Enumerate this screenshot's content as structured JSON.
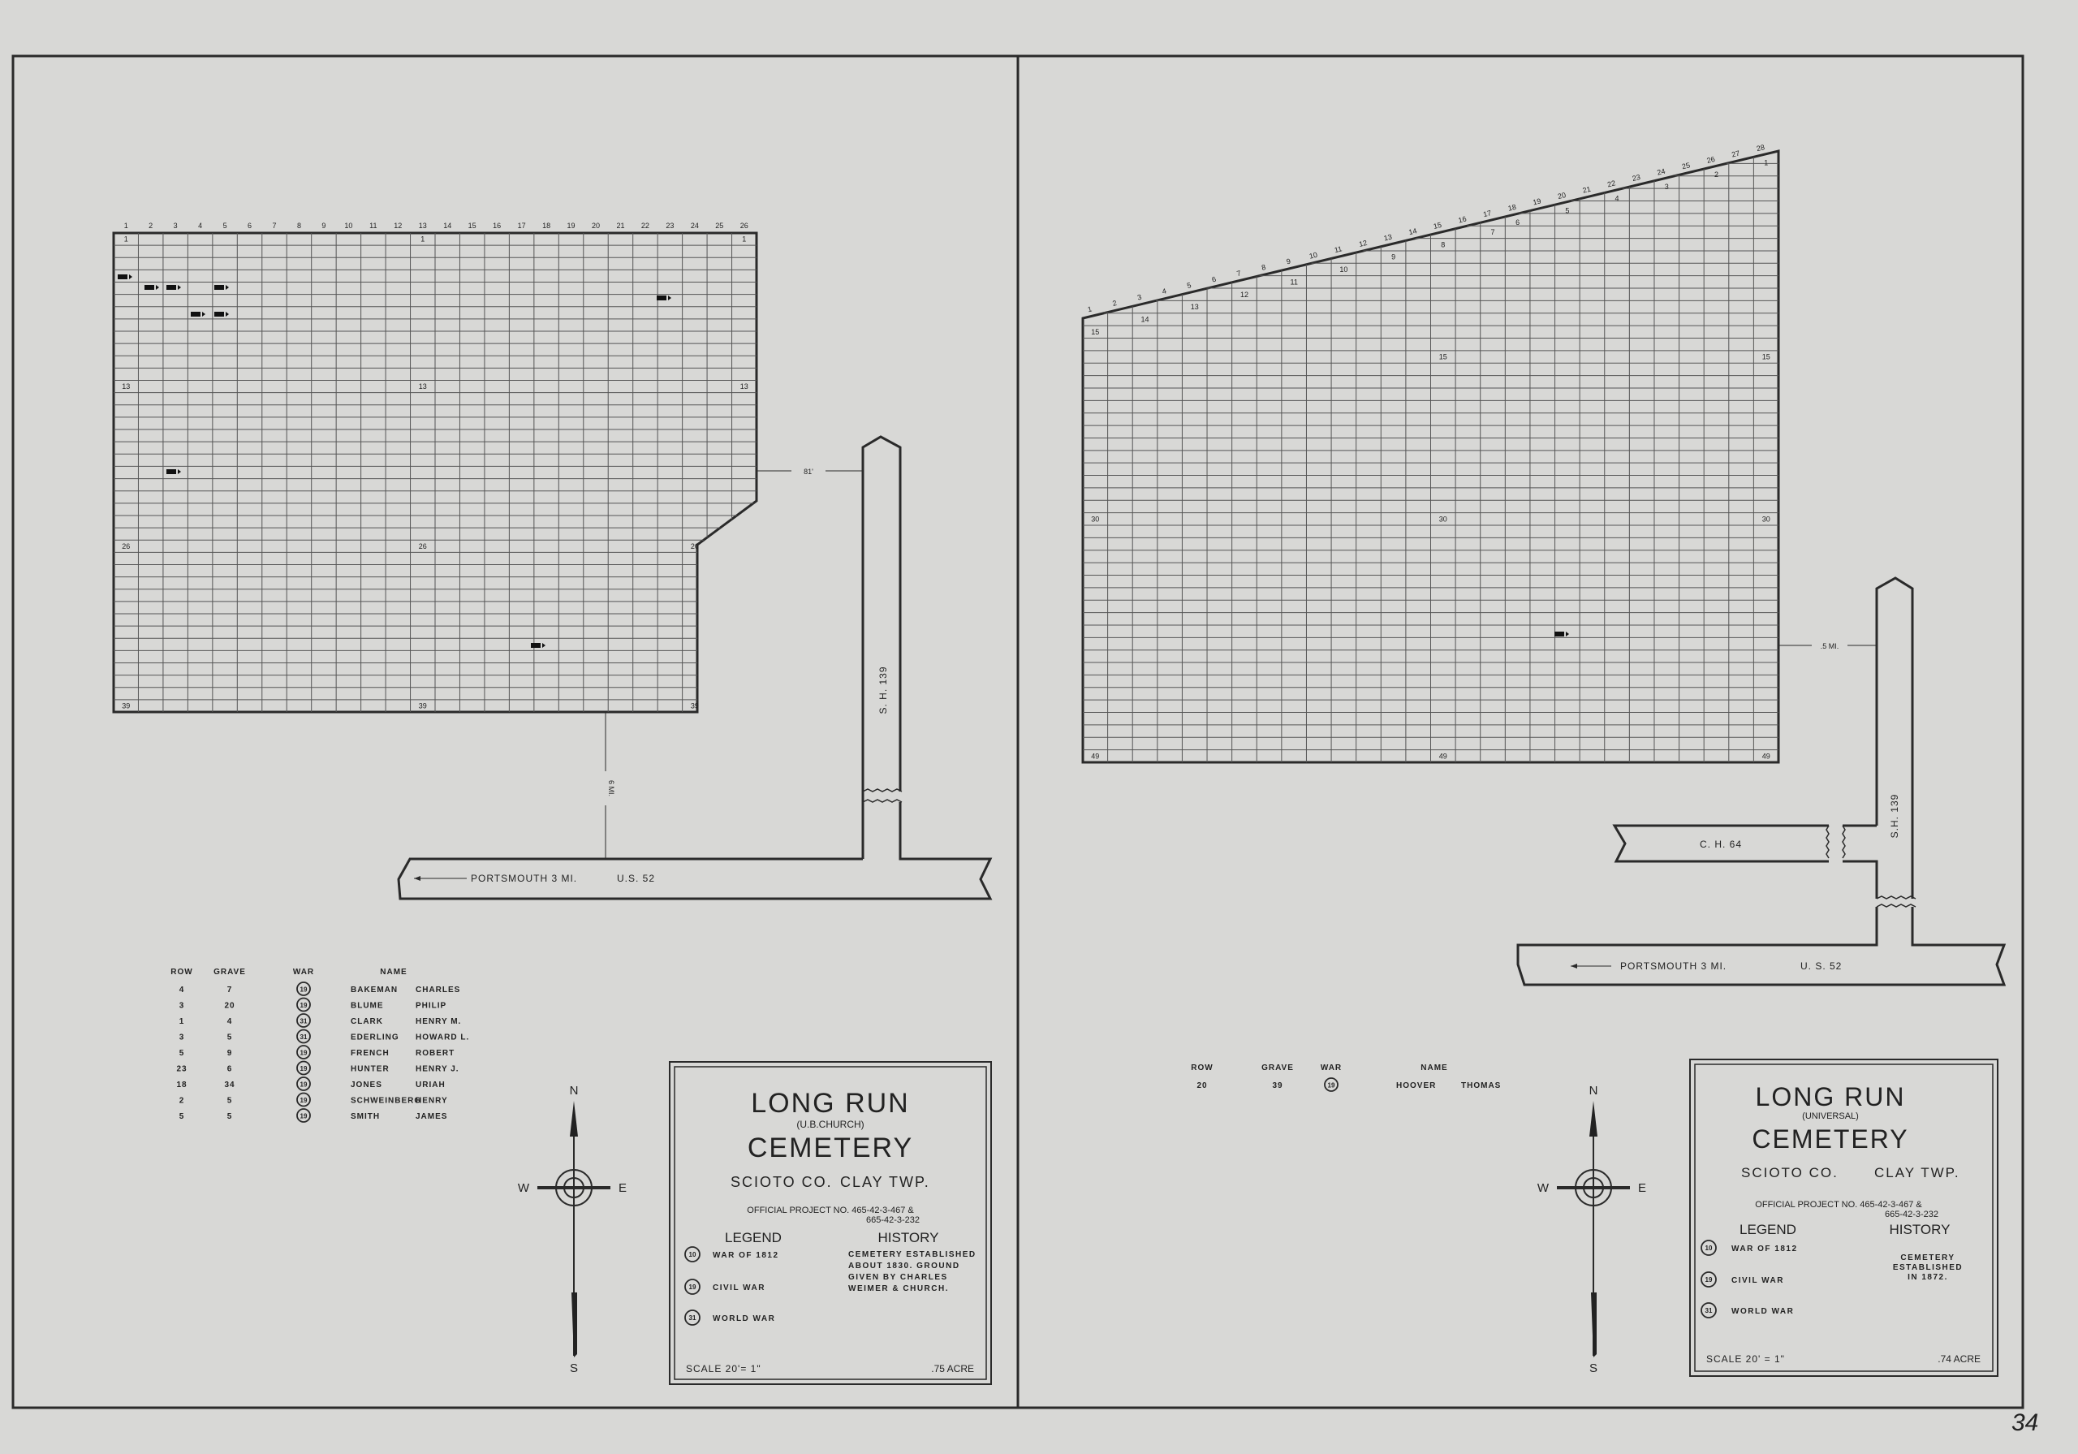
{
  "page_number": "34",
  "left_sheet": {
    "column_numbers": [
      "1",
      "2",
      "3",
      "4",
      "5",
      "6",
      "7",
      "8",
      "9",
      "10",
      "11",
      "12",
      "13",
      "14",
      "15",
      "16",
      "17",
      "18",
      "19",
      "20",
      "21",
      "22",
      "23",
      "24",
      "25",
      "26"
    ],
    "row_labels": [
      {
        "text": "1",
        "row": 1,
        "col": 1
      },
      {
        "text": "1",
        "row": 1,
        "col": 13
      },
      {
        "text": "1",
        "row": 1,
        "col": 26
      },
      {
        "text": "13",
        "row": 13,
        "col": 1
      },
      {
        "text": "13",
        "row": 13,
        "col": 13
      },
      {
        "text": "13",
        "row": 13,
        "col": 26
      },
      {
        "text": "26",
        "row": 26,
        "col": 1
      },
      {
        "text": "26",
        "row": 26,
        "col": 13
      },
      {
        "text": "26",
        "row": 26,
        "col": 24
      },
      {
        "text": "39",
        "row": 39,
        "col": 1
      },
      {
        "text": "39",
        "row": 39,
        "col": 13
      },
      {
        "text": "39",
        "row": 39,
        "col": 24
      }
    ],
    "distance_to_road": "81'",
    "distance_to_highway": "6 MI.",
    "state_highway": "S. H. 139",
    "us_highway_direction": "PORTSMOUTH 3 MI.",
    "us_highway": "U.S. 52",
    "table": {
      "headers": [
        "ROW",
        "GRAVE",
        "WAR",
        "NAME"
      ],
      "rows": [
        {
          "row": "4",
          "grave": "7",
          "war": "19",
          "surname": "BAKEMAN",
          "given": "CHARLES"
        },
        {
          "row": "3",
          "grave": "20",
          "war": "19",
          "surname": "BLUME",
          "given": "PHILIP"
        },
        {
          "row": "1",
          "grave": "4",
          "war": "31",
          "surname": "CLARK",
          "given": "HENRY M."
        },
        {
          "row": "3",
          "grave": "5",
          "war": "31",
          "surname": "EDERLING",
          "given": "HOWARD L."
        },
        {
          "row": "5",
          "grave": "9",
          "war": "19",
          "surname": "FRENCH",
          "given": "ROBERT"
        },
        {
          "row": "23",
          "grave": "6",
          "war": "19",
          "surname": "HUNTER",
          "given": "HENRY J."
        },
        {
          "row": "18",
          "grave": "34",
          "war": "19",
          "surname": "JONES",
          "given": "URIAH"
        },
        {
          "row": "2",
          "grave": "5",
          "war": "19",
          "surname": "SCHWEINBERG",
          "given": "HENRY"
        },
        {
          "row": "5",
          "grave": "5",
          "war": "19",
          "surname": "SMITH",
          "given": "JAMES"
        }
      ]
    },
    "compass": {
      "n": "N",
      "s": "S",
      "e": "E",
      "w": "W"
    },
    "title_block": {
      "name": "LONG RUN",
      "subtitle": "(U.B.CHURCH)",
      "type": "CEMETERY",
      "county": "SCIOTO CO.",
      "township": "CLAY TWP.",
      "project_line1": "OFFICIAL PROJECT NO. 465-42-3-467 &",
      "project_line2": "665-42-3-232",
      "legend_title": "LEGEND",
      "legend": [
        {
          "code": "10",
          "label": "WAR OF 1812"
        },
        {
          "code": "19",
          "label": "CIVIL WAR"
        },
        {
          "code": "31",
          "label": "WORLD WAR"
        }
      ],
      "history_title": "HISTORY",
      "history": [
        "CEMETERY ESTABLISHED",
        "ABOUT 1830. GROUND",
        "GIVEN BY CHARLES",
        "WEIMER & CHURCH."
      ],
      "scale": "SCALE 20'= 1\"",
      "area": ".75 ACRE"
    }
  },
  "right_sheet": {
    "column_numbers": [
      "1",
      "2",
      "3",
      "4",
      "5",
      "6",
      "7",
      "8",
      "9",
      "10",
      "11",
      "12",
      "13",
      "14",
      "15",
      "16",
      "17",
      "18",
      "19",
      "20",
      "21",
      "22",
      "23",
      "24",
      "25",
      "26",
      "27",
      "28"
    ],
    "row_labels": [
      {
        "text": "15",
        "row": 15,
        "col": 1
      },
      {
        "text": "14",
        "row": 14,
        "col": 3
      },
      {
        "text": "13",
        "row": 13,
        "col": 5
      },
      {
        "text": "12",
        "row": 12,
        "col": 7
      },
      {
        "text": "11",
        "row": 11,
        "col": 9
      },
      {
        "text": "10",
        "row": 10,
        "col": 11
      },
      {
        "text": "9",
        "row": 9,
        "col": 13
      },
      {
        "text": "8",
        "row": 8,
        "col": 15
      },
      {
        "text": "7",
        "row": 7,
        "col": 17
      },
      {
        "text": "6",
        "row": 6,
        "col": 18
      },
      {
        "text": "5",
        "row": 5,
        "col": 20
      },
      {
        "text": "4",
        "row": 4,
        "col": 22
      },
      {
        "text": "3",
        "row": 3,
        "col": 24
      },
      {
        "text": "2",
        "row": 2,
        "col": 26
      },
      {
        "text": "1",
        "row": 1,
        "col": 28
      },
      {
        "text": "15",
        "row": 17,
        "col": 15
      },
      {
        "text": "15",
        "row": 17,
        "col": 28
      },
      {
        "text": "30",
        "row": 30,
        "col": 1
      },
      {
        "text": "30",
        "row": 30,
        "col": 15
      },
      {
        "text": "30",
        "row": 30,
        "col": 28
      },
      {
        "text": "49",
        "row": 49,
        "col": 1
      },
      {
        "text": "49",
        "row": 49,
        "col": 15
      },
      {
        "text": "49",
        "row": 49,
        "col": 28
      }
    ],
    "distance_to_road": ".5 MI.",
    "county_highway": "C. H. 64",
    "state_highway": "S.H. 139",
    "us_highway_direction": "PORTSMOUTH   3 MI.",
    "us_highway": "U. S. 52",
    "table": {
      "headers": [
        "ROW",
        "GRAVE",
        "WAR",
        "NAME"
      ],
      "rows": [
        {
          "row": "20",
          "grave": "39",
          "war": "19",
          "surname": "HOOVER",
          "given": "THOMAS"
        }
      ]
    },
    "compass": {
      "n": "N",
      "s": "S",
      "e": "E",
      "w": "W"
    },
    "title_block": {
      "name": "LONG RUN",
      "subtitle": "(UNIVERSAL)",
      "type": "CEMETERY",
      "county": "SCIOTO CO.",
      "township": "CLAY TWP.",
      "project_line1": "OFFICIAL PROJECT NO. 465-42-3-467 &",
      "project_line2": "665-42-3-232",
      "legend_title": "LEGEND",
      "legend": [
        {
          "code": "10",
          "label": "WAR OF 1812"
        },
        {
          "code": "19",
          "label": "CIVIL WAR"
        },
        {
          "code": "31",
          "label": "WORLD WAR"
        }
      ],
      "history_title": "HISTORY",
      "history": [
        "CEMETERY",
        "ESTABLISHED",
        "IN 1872."
      ],
      "scale": "SCALE 20' = 1\"",
      "area": ".74 ACRE"
    }
  },
  "colors": {
    "paper": "#d8d8d6",
    "ink": "#2a2a2a"
  }
}
